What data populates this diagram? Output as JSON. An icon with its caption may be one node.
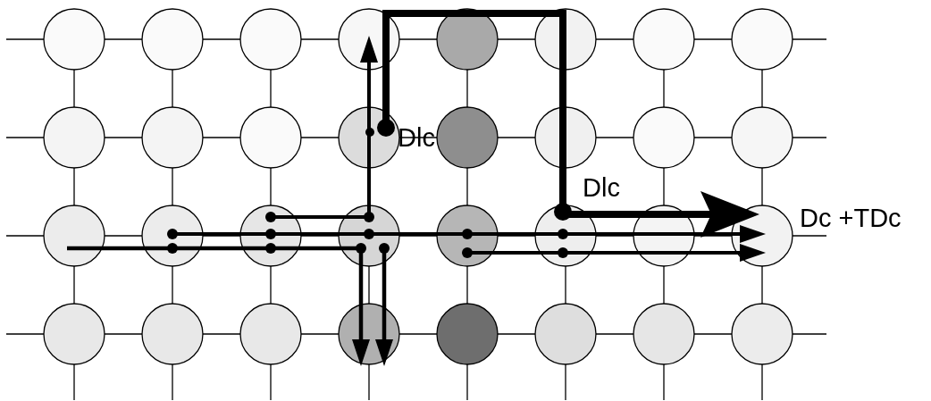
{
  "diagram": {
    "labels": [
      "Dlc",
      "Dlc",
      "Dc +TDc"
    ]
  }
}
